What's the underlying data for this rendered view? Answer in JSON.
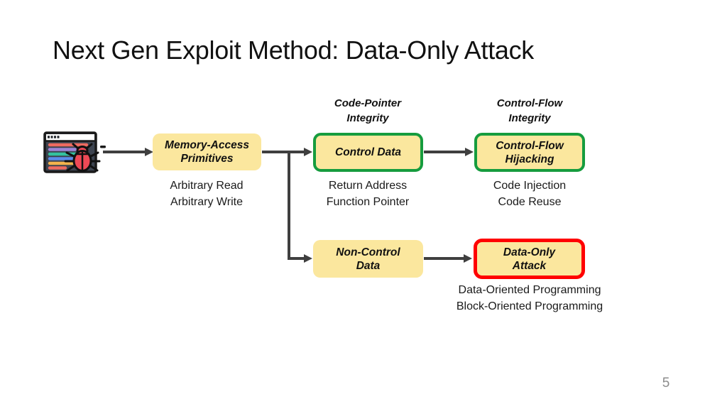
{
  "title": "Next Gen Exploit Method: Data-Only Attack",
  "page_number": "5",
  "colors": {
    "box_fill": "#FBE79E",
    "green_border": "#169C3E",
    "red_border": "#FF0000",
    "arrow": "#3F3F3F"
  },
  "icon": {
    "name": "bug-in-code-window"
  },
  "boxes": {
    "memory_access": {
      "line1": "Memory-Access",
      "line2": "Primitives"
    },
    "control_data": {
      "line1": "Control Data"
    },
    "control_flow_hijacking": {
      "line1": "Control-Flow",
      "line2": "Hijacking"
    },
    "non_control_data": {
      "line1": "Non-Control",
      "line2": "Data"
    },
    "data_only_attack": {
      "line1": "Data-Only",
      "line2": "Attack"
    }
  },
  "defense_labels": {
    "code_pointer_integrity": {
      "line1": "Code-Pointer",
      "line2": "Integrity"
    },
    "control_flow_integrity": {
      "line1": "Control-Flow",
      "line2": "Integrity"
    }
  },
  "annotations": {
    "memory_access": {
      "line1": "Arbitrary Read",
      "line2": "Arbitrary Write"
    },
    "control_data": {
      "line1": "Return Address",
      "line2": "Function Pointer"
    },
    "control_flow_hijacking": {
      "line1": "Code Injection",
      "line2": "Code Reuse"
    },
    "data_only_attack": {
      "line1": "Data-Oriented Programming",
      "line2": "Block-Oriented Programming"
    }
  }
}
